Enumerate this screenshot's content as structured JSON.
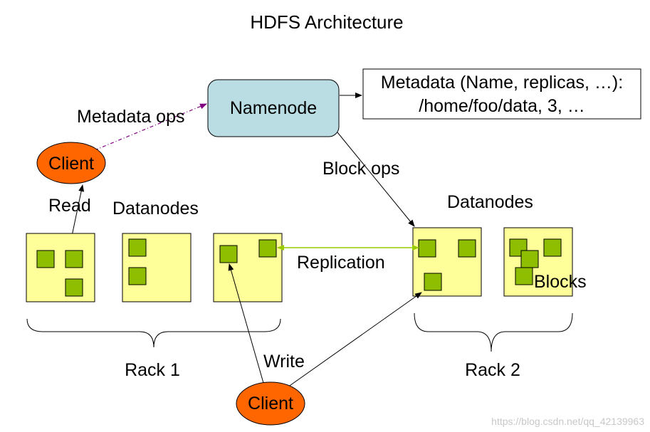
{
  "title": "HDFS Architecture",
  "namenode": {
    "label": "Namenode"
  },
  "metadata": {
    "line1": "Metadata (Name, replicas, …):",
    "line2": "/home/foo/data, 3, …"
  },
  "labels": {
    "metadata_ops": "Metadata ops",
    "block_ops": "Block ops",
    "read": "Read",
    "write": "Write",
    "replication": "Replication",
    "blocks": "Blocks",
    "datanodes_rack1": "Datanodes",
    "datanodes_rack2": "Datanodes",
    "rack1": "Rack 1",
    "rack2": "Rack 2"
  },
  "clients": {
    "read_client": "Client",
    "write_client": "Client"
  },
  "watermark": "https://blog.csdn.net/qq_42139963",
  "colors": {
    "namenode_fill": "#b9dde3",
    "datanode_fill": "#ffff99",
    "block_fill": "#8fbe00",
    "client_fill": "#ff6600",
    "metadata_ops_line": "#800080",
    "replication_line": "#99cc00"
  }
}
